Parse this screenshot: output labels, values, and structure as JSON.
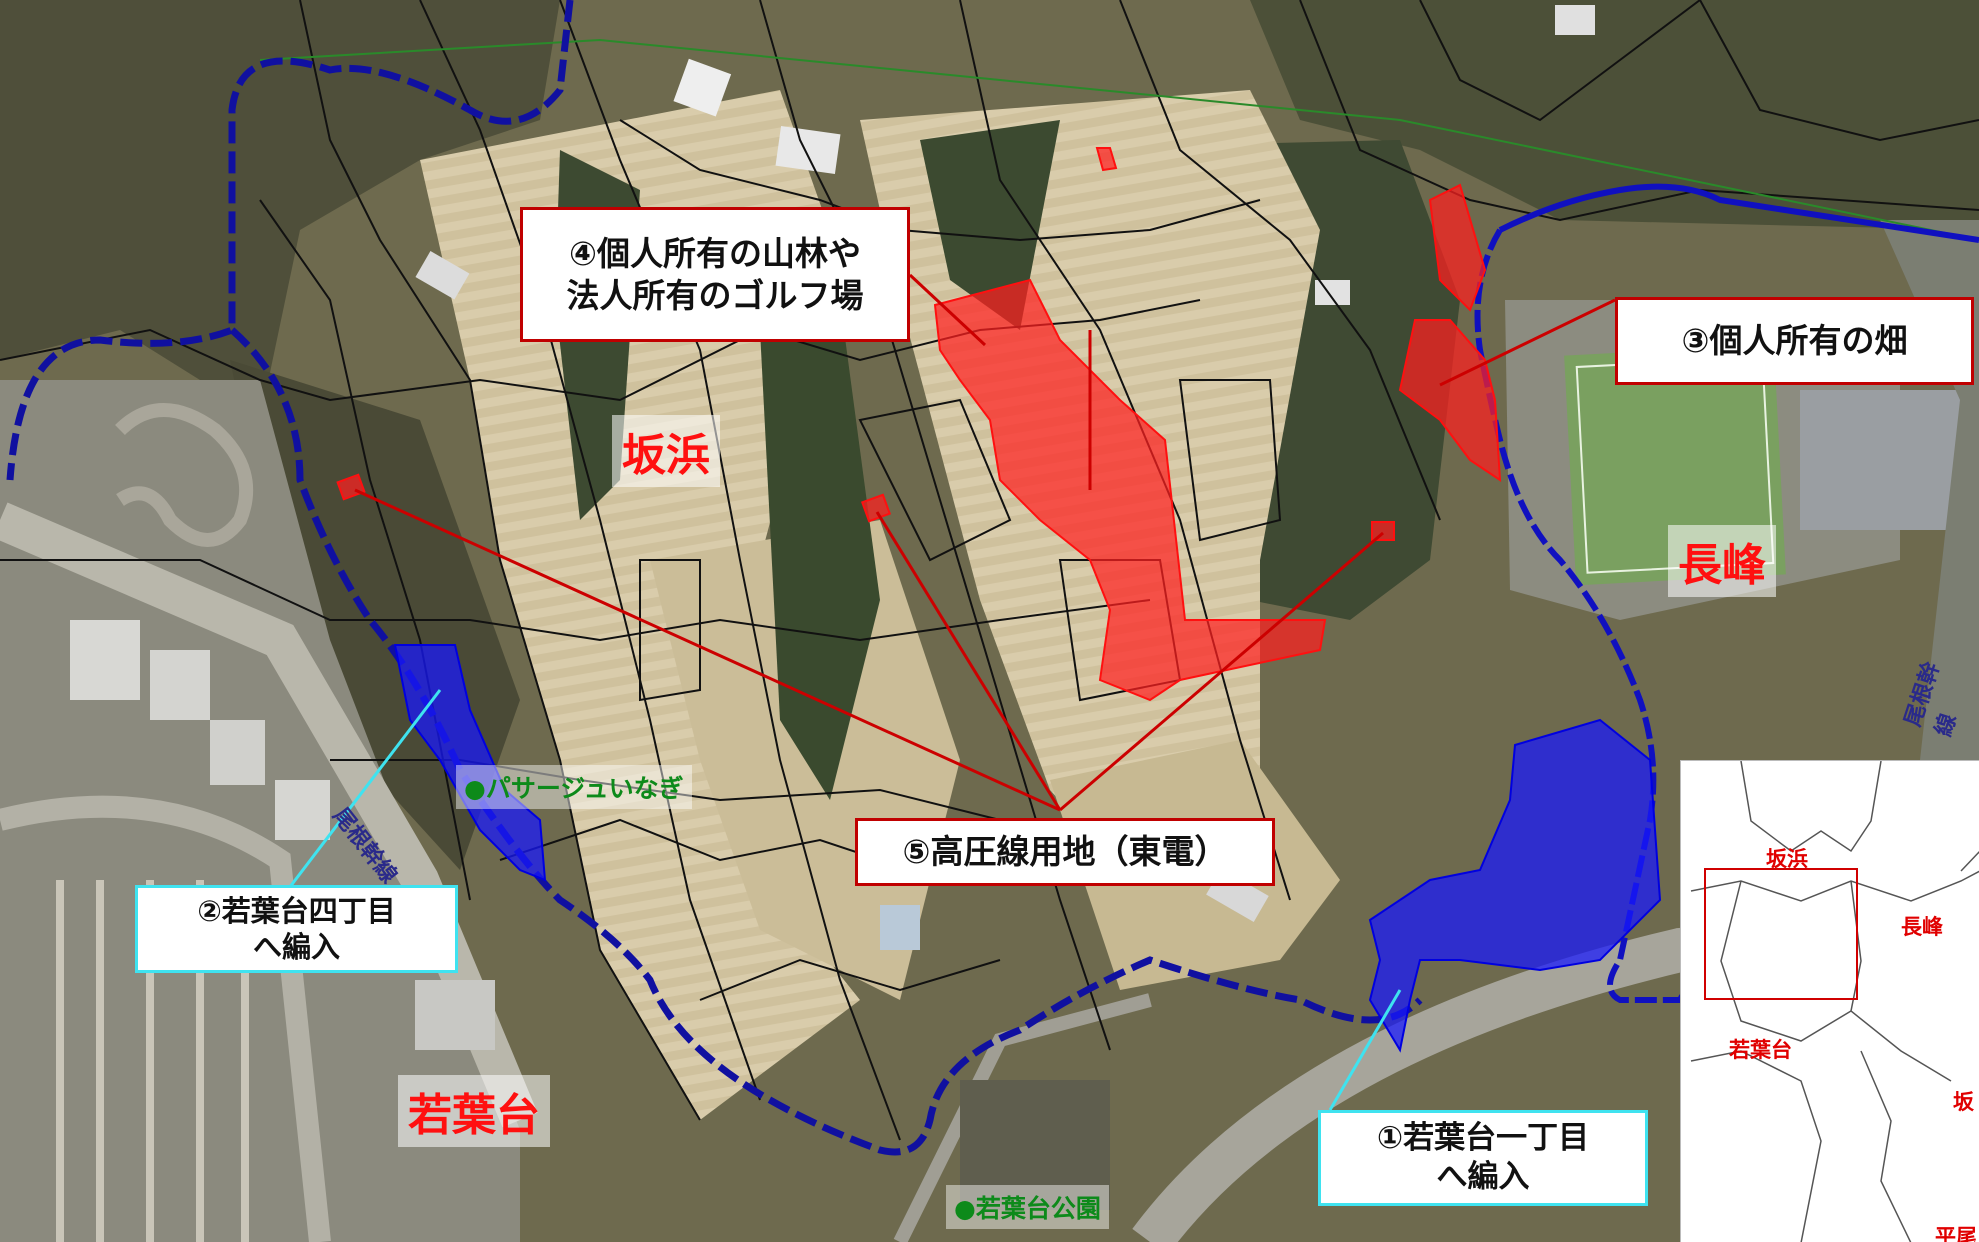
{
  "callouts": {
    "c1": {
      "lines": [
        "①若葉台一丁目",
        "へ編入"
      ]
    },
    "c2": {
      "lines": [
        "②若葉台四丁目",
        "へ編入"
      ]
    },
    "c3": {
      "lines": [
        "③個人所有の畑"
      ]
    },
    "c4": {
      "lines": [
        "④個人所有の山林や",
        "法人所有のゴルフ場"
      ]
    },
    "c5": {
      "lines": [
        "⑤高圧線用地（東電）"
      ]
    }
  },
  "place_names": {
    "sakahama": "坂浜",
    "nagamine": "長峰",
    "wakabadai": "若葉台"
  },
  "facilities": {
    "passage": "●パサージュいなぎ",
    "park": "●若葉台公園"
  },
  "rail_lines": {
    "left": "尾根幹線",
    "right": "尾根幹線"
  },
  "inset_map": {
    "labels": {
      "sakahama": "坂浜",
      "nagamine": "長峰",
      "wakabadai": "若葉台",
      "edge_saka": "坂",
      "edge_hira": "平尾"
    }
  },
  "colors": {
    "red_area": "#ff2020",
    "blue_area": "#1a1aff",
    "boundary": "#1010a0",
    "red_line": "#cc0000",
    "cyan_line": "#3fe3f0"
  }
}
